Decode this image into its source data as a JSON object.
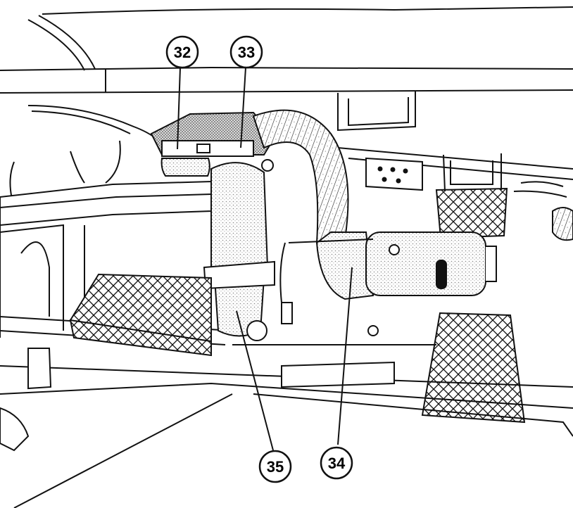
{
  "colors": {
    "ink": "#111111",
    "paper": "#ffffff",
    "shade": "#bdbdbd"
  },
  "callouts": [
    {
      "id": "c32",
      "label": "32",
      "part": "mount-bracket"
    },
    {
      "id": "c33",
      "label": "33",
      "part": "filter-head"
    },
    {
      "id": "c34",
      "label": "34",
      "part": "fuel-heater-assembly"
    },
    {
      "id": "c35",
      "label": "35",
      "part": "fuel-filter-canister"
    }
  ]
}
